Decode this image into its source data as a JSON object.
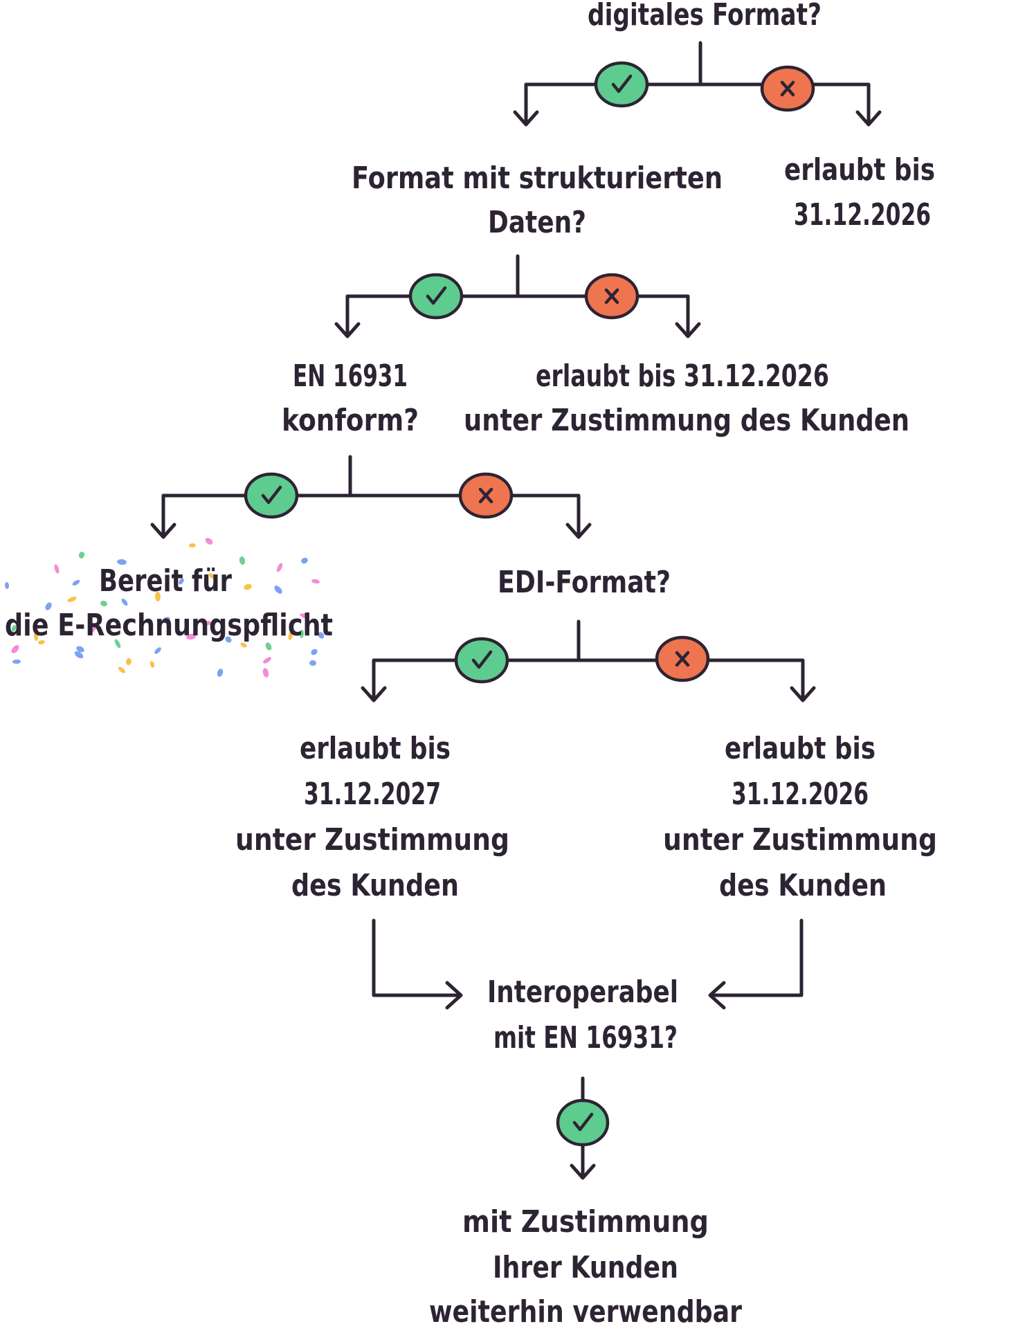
{
  "nodes": {
    "q_digital": "digitales Format?",
    "a_digital_no": [
      "erlaubt bis",
      "31.12.2026"
    ],
    "q_structured": [
      "Format mit strukturierten",
      "Daten?"
    ],
    "a_structured_no": [
      "erlaubt bis 31.12.2026",
      "unter Zustimmung des Kunden"
    ],
    "q_en16931": [
      "EN 16931",
      "konform?"
    ],
    "a_ready": [
      "Bereit für",
      "die E-Rechnungspflicht"
    ],
    "q_edi": "EDI-Format?",
    "a_edi_yes": [
      "erlaubt bis",
      "31.12.2027",
      "unter Zustimmung",
      "des Kunden"
    ],
    "a_edi_no": [
      "erlaubt bis",
      "31.12.2026",
      "unter Zustimmung",
      "des Kunden"
    ],
    "q_interop": [
      "Interoperabel",
      "mit EN 16931?"
    ],
    "a_interop_yes": [
      "mit Zustimmung",
      "Ihrer Kunden",
      "weiterhin verwendbar"
    ]
  },
  "badges": {
    "yes_icon": "checkmark-icon",
    "no_icon": "cross-icon"
  },
  "colors": {
    "yes": "#5ecb8f",
    "no": "#ee7550",
    "ink": "#2d2433",
    "confetti": [
      "#7aa3f0",
      "#f6c34a",
      "#f38bd8",
      "#6fcf95"
    ]
  }
}
